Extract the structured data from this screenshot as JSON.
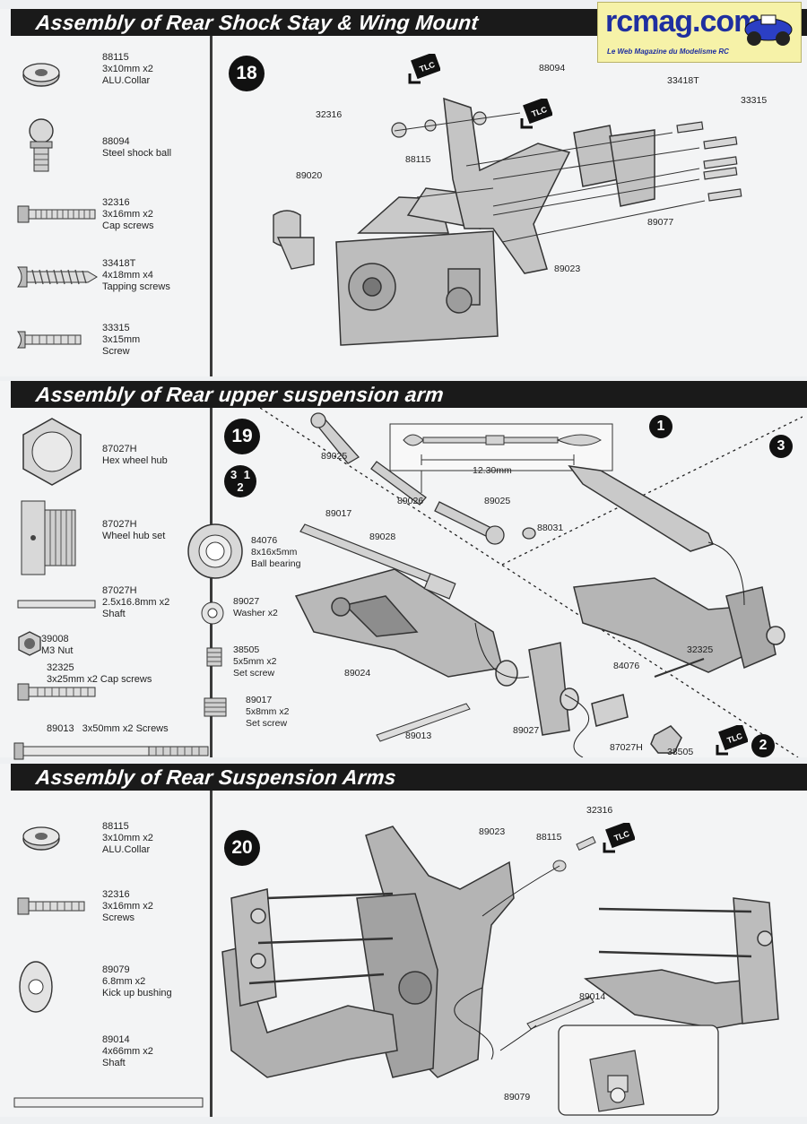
{
  "logo": {
    "text": "rcmag.com",
    "tagline": "Le Web Magazine du Modelisme RC"
  },
  "sections": [
    {
      "title": "Assembly of Rear Shock Stay & Wing Mount",
      "step": "18",
      "parts": [
        {
          "code": "88115",
          "lines": [
            "3x10mm x2",
            "ALU.Collar"
          ]
        },
        {
          "code": "88094",
          "lines": [
            "Steel shock ball"
          ]
        },
        {
          "code": "32316",
          "lines": [
            "3x16mm x2",
            "Cap screws"
          ]
        },
        {
          "code": "33418T",
          "lines": [
            "4x18mm x4",
            "Tapping screws"
          ]
        },
        {
          "code": "33315",
          "lines": [
            "3x15mm",
            "Screw"
          ]
        }
      ],
      "callouts": [
        "88094",
        "33418T",
        "33315",
        "32316",
        "88115",
        "89020",
        "89077",
        "89023"
      ]
    },
    {
      "title": "Assembly of Rear upper suspension arm",
      "step": "19",
      "order_badge": "3 1 2",
      "sub_steps": [
        "1",
        "2",
        "3"
      ],
      "parts": [
        {
          "code": "87027H",
          "lines": [
            "Hex wheel hub"
          ]
        },
        {
          "code": "87027H",
          "lines": [
            "Wheel hub set"
          ]
        },
        {
          "code": "87027H",
          "lines": [
            "2.5x16.8mm x2",
            "Shaft"
          ]
        },
        {
          "code": "39008",
          "lines": [
            "M3 Nut"
          ]
        },
        {
          "code": "32325",
          "lines": [
            "3x25mm x2 Cap screws"
          ]
        },
        {
          "code": "89013",
          "lines": [
            "3x50mm x2 Screws"
          ]
        }
      ],
      "mid_parts": [
        {
          "code": "84076",
          "lines": [
            "8x16x5mm",
            "Ball bearing"
          ]
        },
        {
          "code": "89027",
          "lines": [
            "Washer x2"
          ]
        },
        {
          "code": "38505",
          "lines": [
            "5x5mm x2",
            "Set screw"
          ]
        },
        {
          "code": "89017",
          "lines": [
            "5x8mm x2",
            "Set screw"
          ]
        }
      ],
      "measure": "12.30mm",
      "callouts": [
        "89025",
        "89026",
        "89025",
        "88031",
        "89017",
        "89028",
        "89024",
        "89013",
        "89027",
        "84076",
        "87027H",
        "38505",
        "32325"
      ]
    },
    {
      "title": "Assembly of Rear Suspension Arms",
      "step": "20",
      "parts": [
        {
          "code": "88115",
          "lines": [
            "3x10mm x2",
            "ALU.Collar"
          ]
        },
        {
          "code": "32316",
          "lines": [
            "3x16mm x2",
            "Screws"
          ]
        },
        {
          "code": "89079",
          "lines": [
            "6.8mm x2",
            "Kick up bushing"
          ]
        },
        {
          "code": "89014",
          "lines": [
            "4x66mm x2",
            "Shaft"
          ]
        }
      ],
      "callouts": [
        "89023",
        "88115",
        "32316",
        "89014",
        "89079"
      ]
    }
  ],
  "glue_label": "TLC"
}
